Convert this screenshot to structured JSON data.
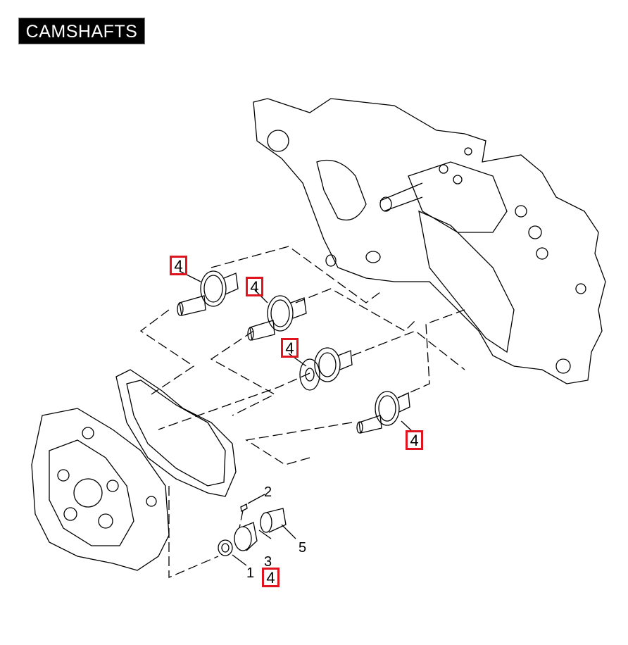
{
  "title": "CAMSHAFTS",
  "callouts": [
    "4",
    "4",
    "4",
    "4",
    "4"
  ],
  "part_numbers": {
    "p1": "1",
    "p2": "2",
    "p3": "3",
    "p5": "5"
  },
  "colors": {
    "callout_border": "#e0141e",
    "title_bg": "#000000",
    "line": "#000000"
  }
}
